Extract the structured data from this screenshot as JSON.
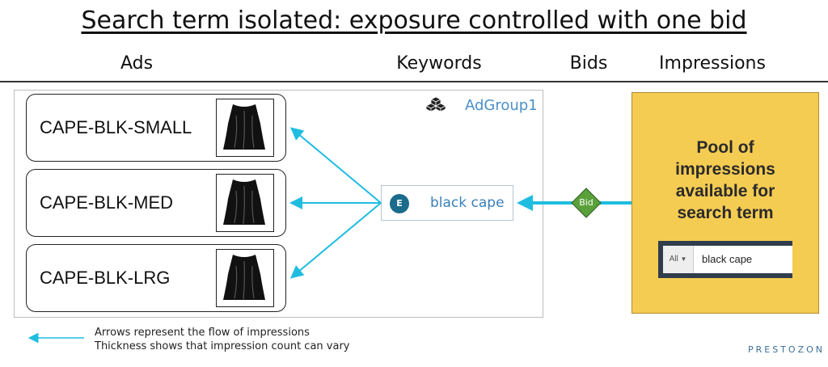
{
  "title": "Search term isolated: exposure controlled with one bid",
  "columns": {
    "ads": "Ads",
    "keywords": "Keywords",
    "bids": "Bids",
    "impressions": "Impressions"
  },
  "adgroup": {
    "label": "AdGroup1",
    "icon": "cubes-icon"
  },
  "ads": [
    {
      "name": "CAPE-BLK-SMALL",
      "icon": "black-cape-icon"
    },
    {
      "name": "CAPE-BLK-MED",
      "icon": "black-cape-icon"
    },
    {
      "name": "CAPE-BLK-LRG",
      "icon": "black-cape-icon"
    }
  ],
  "keyword": {
    "badge": "E",
    "text": "black cape"
  },
  "bid": {
    "label": "Bid"
  },
  "pool": {
    "lines": [
      "Pool of",
      "impressions",
      "available for",
      "search term"
    ],
    "search_category": "All",
    "search_value": "black cape"
  },
  "legend": {
    "line1": "Arrows represent the flow of impressions",
    "line2": "Thickness shows that impression count can vary"
  },
  "brand": "PRESTOZON",
  "colors": {
    "arrow": "#1ebde0",
    "pool_bg": "#f5cc52",
    "bid_diamond": "#5aa13a",
    "keyword_badge": "#1a6b8c",
    "adgroup_label": "#4a90c8"
  }
}
